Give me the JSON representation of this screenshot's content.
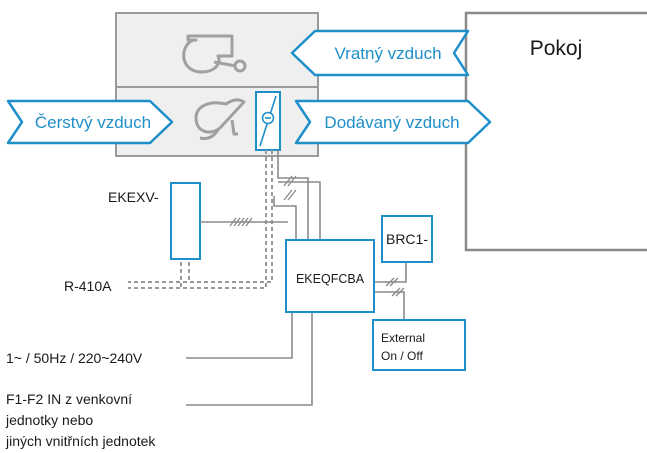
{
  "room": {
    "label": "Pokoj"
  },
  "arrows": {
    "return_air": "Vratný vzduch",
    "fresh_air": "Čerstvý vzduch",
    "supply_air": "Dodávaný vzduch"
  },
  "components": {
    "expansion_valve": "EKEXV-",
    "control_box": "EKEQFCBA",
    "remote": "BRC1-",
    "external_line1": "External",
    "external_line2": "On / Off"
  },
  "labels": {
    "refrigerant": "R-410A",
    "power": "1~ / 50Hz / 220~240V",
    "f1f2_line1": "F1-F2 IN z venkovní",
    "f1f2_line2": "jednotky nebo",
    "f1f2_line3": "jiných vnitřních jednotek"
  },
  "colors": {
    "accent": "#1e8fc9",
    "wire": "#8a8a8a",
    "frame": "#9a9a9a"
  },
  "icons": [
    "fan-icon",
    "heat-exchanger-icon",
    "thermistor-icon"
  ]
}
